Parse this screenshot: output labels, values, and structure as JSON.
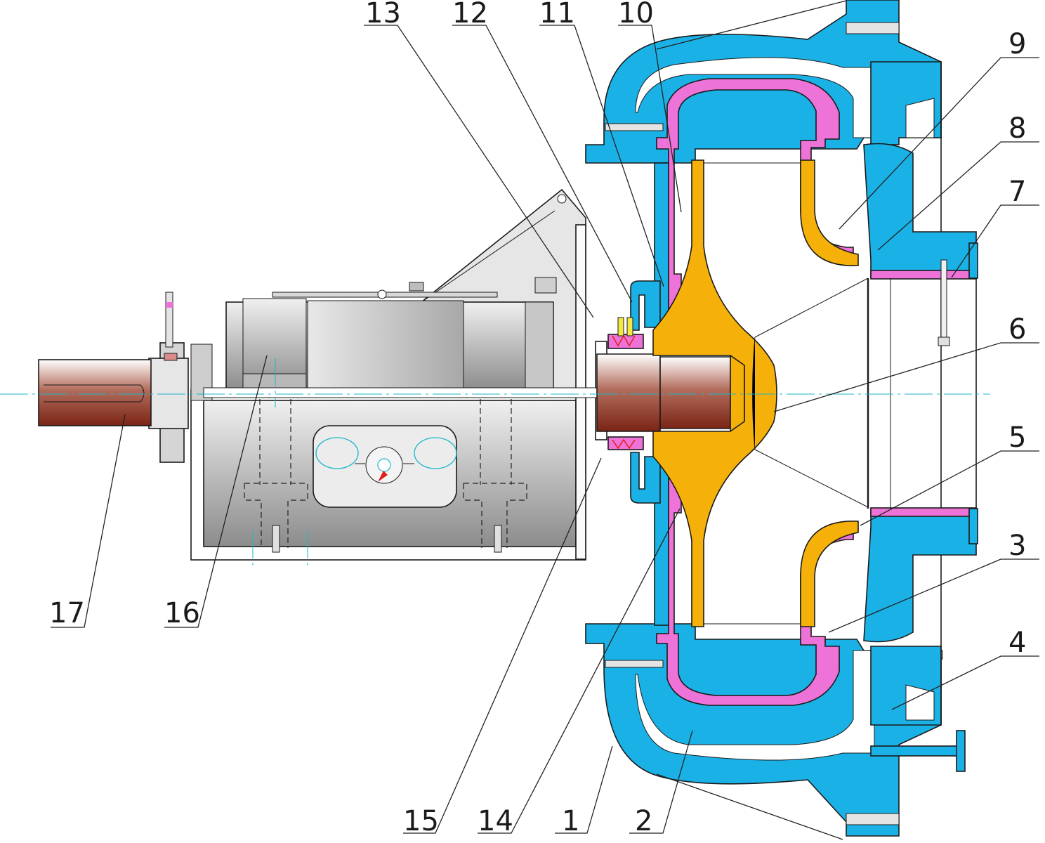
{
  "figure": {
    "part_numbers": [
      "1",
      "2",
      "3",
      "4",
      "5",
      "6",
      "7",
      "8",
      "9",
      "10",
      "11",
      "12",
      "13",
      "14",
      "15",
      "16",
      "17"
    ]
  },
  "colors": {
    "casing": "#1ab2e6",
    "liner": "#ee73d8",
    "impeller": "#f5b10a",
    "shaft": "#8a2b1a",
    "bearing_assembly": "#9a9a9a",
    "centerline": "#19b7c9",
    "outline": "#1a1a1a",
    "background": "#ffffff"
  }
}
